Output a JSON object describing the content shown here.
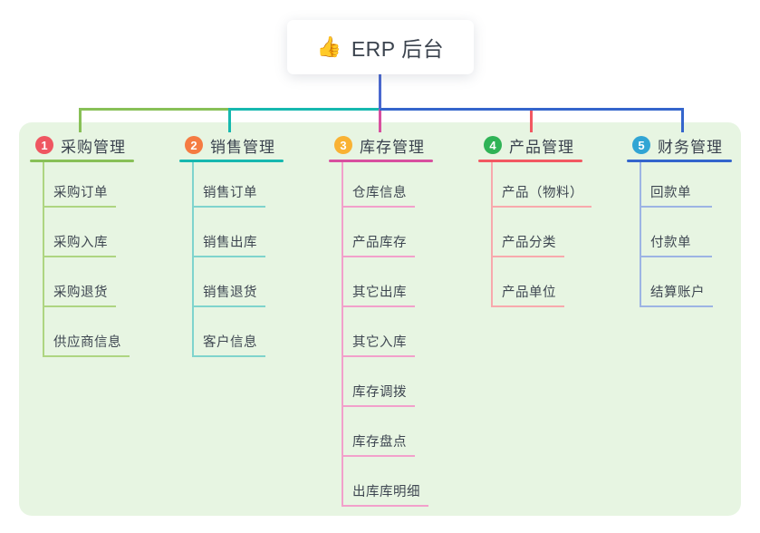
{
  "root": {
    "icon": "👍",
    "label": "ERP 后台"
  },
  "colors": {
    "root_connector": "#4a68cf",
    "canvas_bg": "#e7f5e2"
  },
  "branches": [
    {
      "num": "1",
      "label": "采购管理",
      "badge_color": "#ef5661",
      "line_color": "#88c057",
      "child_line_color": "#aed581",
      "children": [
        "采购订单",
        "采购入库",
        "采购退货",
        "供应商信息"
      ]
    },
    {
      "num": "2",
      "label": "销售管理",
      "badge_color": "#f57b42",
      "line_color": "#16b8af",
      "child_line_color": "#7fd4cd",
      "children": [
        "销售订单",
        "销售出库",
        "销售退货",
        "客户信息"
      ]
    },
    {
      "num": "3",
      "label": "库存管理",
      "badge_color": "#f9b233",
      "line_color": "#d84f9f",
      "child_line_color": "#f2a0cb",
      "children": [
        "仓库信息",
        "产品库存",
        "其它出库",
        "其它入库",
        "库存调拨",
        "库存盘点",
        "出库库明细"
      ]
    },
    {
      "num": "4",
      "label": "产品管理",
      "badge_color": "#2fb356",
      "line_color": "#f25862",
      "child_line_color": "#f8a9ad",
      "children": [
        "产品（物料）",
        "产品分类",
        "产品单位"
      ]
    },
    {
      "num": "5",
      "label": "财务管理",
      "badge_color": "#31a5d4",
      "line_color": "#3465cc",
      "child_line_color": "#9db4e4",
      "children": [
        "回款单",
        "付款单",
        "结算账户"
      ]
    }
  ]
}
